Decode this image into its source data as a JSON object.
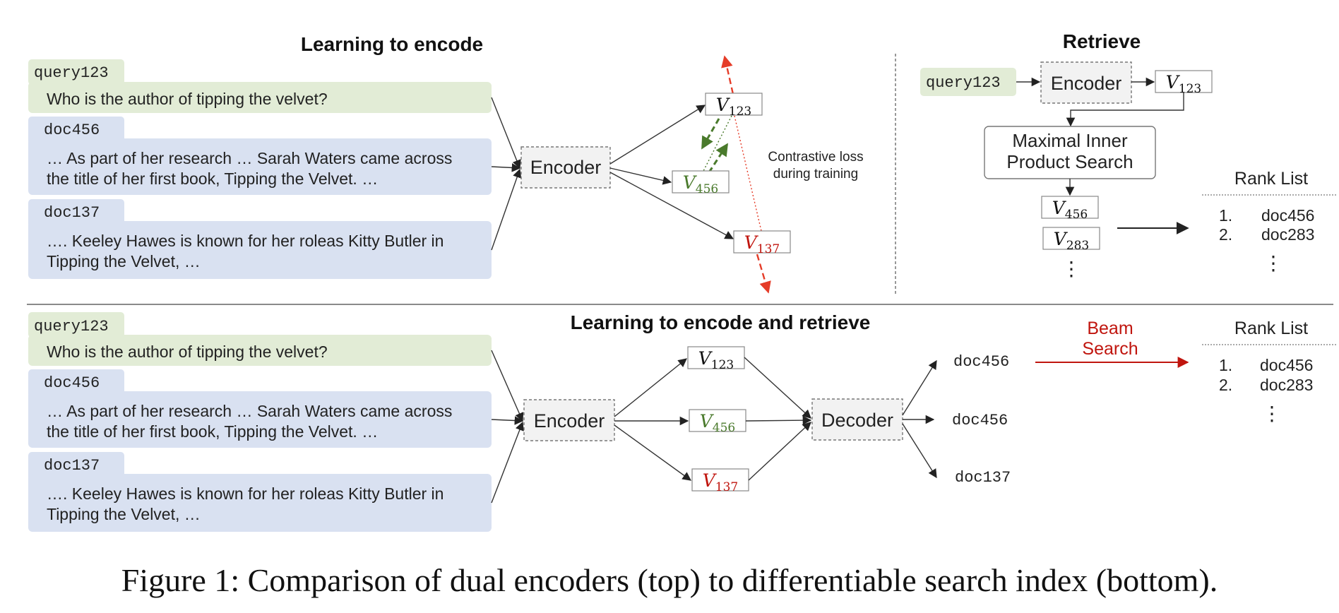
{
  "top": {
    "title": "Learning to encode",
    "query": {
      "tag": "query123",
      "text": "Who is the author of tipping the velvet?"
    },
    "doc456": {
      "tag": "doc456",
      "line1": "… As part of her research … Sarah Waters came across",
      "line2": "the title of her first book, Tipping the Velvet. …"
    },
    "doc137": {
      "tag": "doc137",
      "line1": "….  Keeley Hawes is known for her roleas Kitty Butler in",
      "line2": "Tipping the Velvet, …"
    },
    "encoder": "Encoder",
    "vectors": {
      "v123": {
        "base": "V",
        "sub": "123"
      },
      "v456": {
        "base": "V",
        "sub": "456"
      },
      "v137": {
        "base": "V",
        "sub": "137"
      }
    },
    "loss_line1": "Contrastive loss",
    "loss_line2": "during training"
  },
  "retrieve": {
    "title": "Retrieve",
    "query_tag": "query123",
    "encoder": "Encoder",
    "v123": {
      "base": "V",
      "sub": "123"
    },
    "mips_line1": "Maximal Inner",
    "mips_line2": "Product Search",
    "results": [
      {
        "base": "V",
        "sub": "456"
      },
      {
        "base": "V",
        "sub": "283"
      }
    ],
    "ellipsis": "⋮",
    "rank_title": "Rank List",
    "rank_items": [
      {
        "num": "1.",
        "doc": "doc456"
      },
      {
        "num": "2.",
        "doc": "doc283"
      }
    ],
    "rank_ellipsis": "⋮"
  },
  "bottom": {
    "title": "Learning to encode and retrieve",
    "query": {
      "tag": "query123",
      "text": "Who is the author of tipping the velvet?"
    },
    "doc456": {
      "tag": "doc456",
      "line1": "… As part of her research … Sarah Waters came across",
      "line2": "the title of her first book, Tipping the Velvet. …"
    },
    "doc137": {
      "tag": "doc137",
      "line1": "….  Keeley Hawes is known for her roleas Kitty Butler in",
      "line2": "Tipping the Velvet, …"
    },
    "encoder": "Encoder",
    "vectors": {
      "v123": {
        "base": "V",
        "sub": "123"
      },
      "v456": {
        "base": "V",
        "sub": "456"
      },
      "v137": {
        "base": "V",
        "sub": "137"
      }
    },
    "decoder": "Decoder",
    "outputs": [
      "doc456",
      "doc456",
      "doc137"
    ],
    "beam_line1": "Beam",
    "beam_line2": "Search",
    "rank_title": "Rank List",
    "rank_items": [
      {
        "num": "1.",
        "doc": "doc456"
      },
      {
        "num": "2.",
        "doc": "doc283"
      }
    ],
    "rank_ellipsis": "⋮"
  },
  "caption": "Figure 1: Comparison of dual encoders (top) to differentiable search index (bottom).",
  "colors": {
    "query_fill": "#e2ecd6",
    "doc_fill": "#d9e1f1",
    "encoder_fill": "#f2f2f2",
    "green": "#4a7a2c",
    "red": "#c0150e",
    "red_arrow": "#e53c28"
  }
}
